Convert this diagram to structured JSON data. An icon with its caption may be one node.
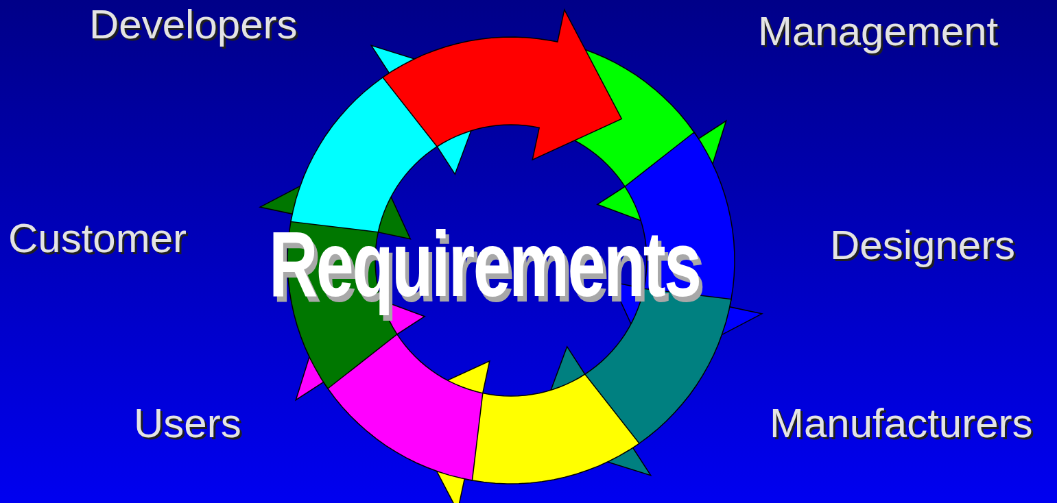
{
  "diagram": {
    "labels": [
      "Developers",
      "Management",
      "Customer",
      "Requirements",
      "Designers",
      "Users",
      "Manufacturers"
    ]
  }
}
